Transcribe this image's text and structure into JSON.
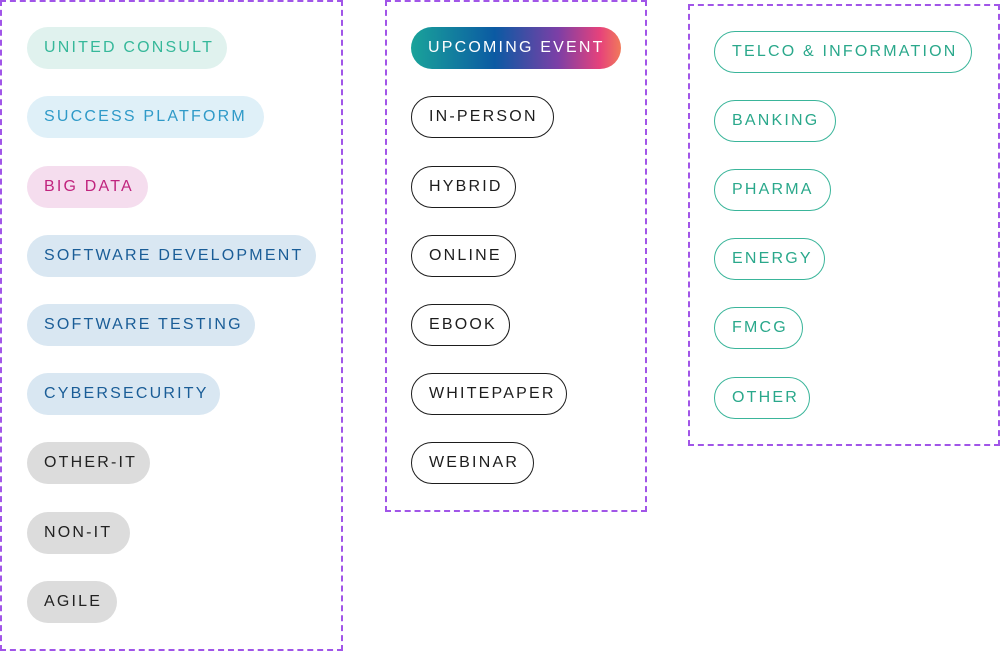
{
  "topics": [
    {
      "label": "UNITED CONSULT"
    },
    {
      "label": "SUCCESS PLATFORM"
    },
    {
      "label": "BIG DATA"
    },
    {
      "label": "SOFTWARE DEVELOPMENT"
    },
    {
      "label": "SOFTWARE TESTING"
    },
    {
      "label": "CYBERSECURITY"
    },
    {
      "label": "OTHER-IT"
    },
    {
      "label": "NON-IT"
    },
    {
      "label": "AGILE"
    }
  ],
  "formats": [
    {
      "label": "UPCOMING EVENT"
    },
    {
      "label": "IN-PERSON"
    },
    {
      "label": "HYBRID"
    },
    {
      "label": "ONLINE"
    },
    {
      "label": "EBOOK"
    },
    {
      "label": "WHITEPAPER"
    },
    {
      "label": "WEBINAR"
    }
  ],
  "industries": [
    {
      "label": "TELCO & INFORMATION"
    },
    {
      "label": "BANKING"
    },
    {
      "label": "PHARMA"
    },
    {
      "label": "ENERGY"
    },
    {
      "label": "FMCG"
    },
    {
      "label": "OTHER"
    }
  ],
  "colors": {
    "frame": "#a155e8",
    "consult": "#36b89a",
    "platform": "#2f9ac8",
    "bigdata": "#c0247e",
    "tech": "#1a5d97",
    "industry": "#2aa88b"
  }
}
